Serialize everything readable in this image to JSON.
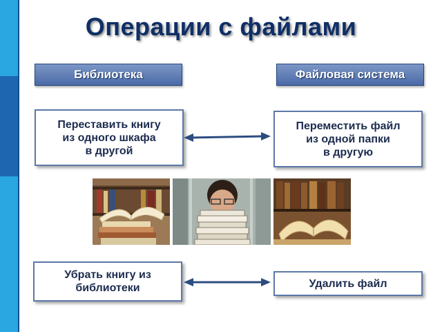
{
  "title": "Операции с файлами",
  "headers": {
    "library": "Библиотека",
    "filesystem": "Файловая система"
  },
  "rows": [
    {
      "library_lines": [
        "Переставить книгу",
        "из одного шкафа",
        "в другой"
      ],
      "filesystem_lines": [
        "Переместить файл",
        "из одной папки",
        "в другую"
      ]
    },
    {
      "library_lines": [
        "Убрать книгу из",
        "библиотеки"
      ],
      "filesystem_lines": [
        "Удалить файл"
      ]
    }
  ],
  "photos": [
    "books-on-table-photo",
    "student-behind-books-photo",
    "open-old-books-photo"
  ],
  "colors": {
    "title": "#0f2f66",
    "header_fill": "#4b6aa8",
    "card_border": "#5b78a8",
    "text": "#1c2b4e",
    "side_bar": "#2aa6e0"
  }
}
